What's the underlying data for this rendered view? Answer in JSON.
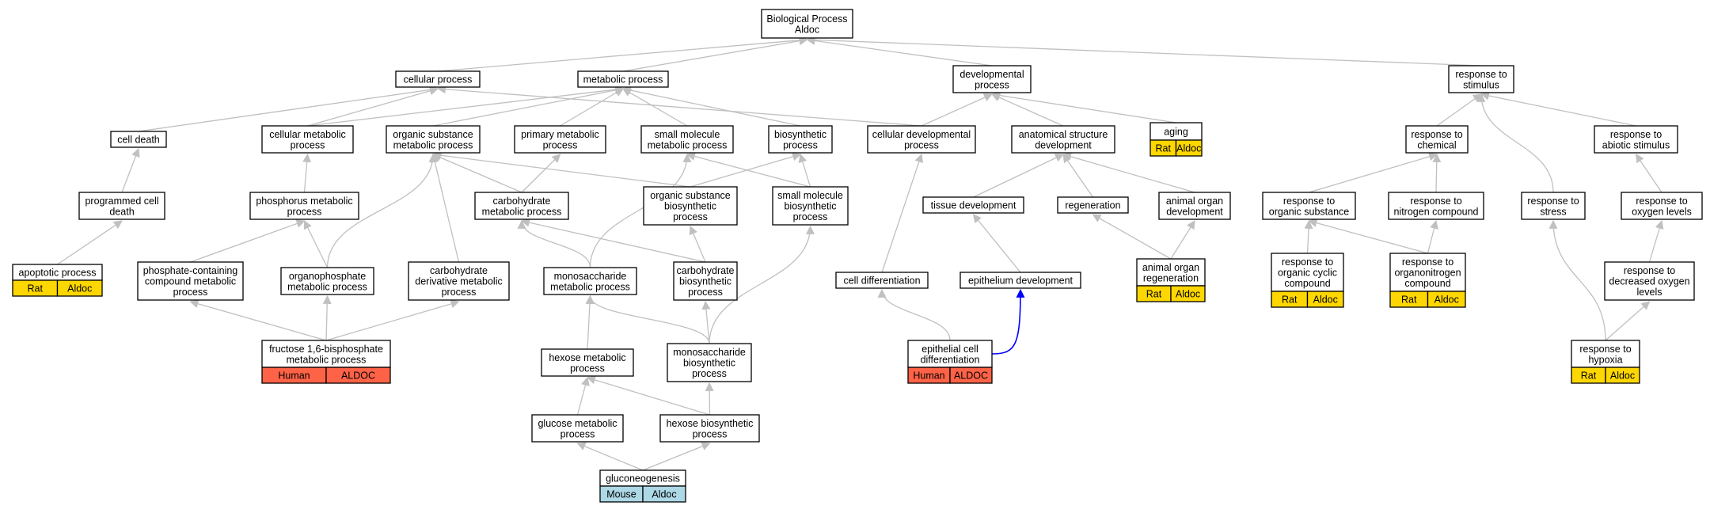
{
  "colors": {
    "edge": "#c0c0c0",
    "highlight_edge": "#0000ff",
    "node_border": "#000000",
    "node_fill": "#ffffff",
    "rat": "#ffd700",
    "human": "#ff6347",
    "mouse": "#add8e6"
  },
  "nodes": [
    {
      "id": "bp",
      "lines": [
        "Biological Process",
        "Aldoc"
      ]
    },
    {
      "id": "cellular_process",
      "lines": [
        "cellular process"
      ]
    },
    {
      "id": "metabolic_process",
      "lines": [
        "metabolic process"
      ]
    },
    {
      "id": "developmental_process",
      "lines": [
        "developmental",
        "process"
      ]
    },
    {
      "id": "response_to_stimulus",
      "lines": [
        "response to",
        "stimulus"
      ]
    },
    {
      "id": "cell_death",
      "lines": [
        "cell death"
      ]
    },
    {
      "id": "cellular_metabolic_process",
      "lines": [
        "cellular metabolic",
        "process"
      ]
    },
    {
      "id": "organic_substance_metabolic_process",
      "lines": [
        "organic substance",
        "metabolic process"
      ]
    },
    {
      "id": "primary_metabolic_process",
      "lines": [
        "primary metabolic",
        "process"
      ]
    },
    {
      "id": "small_molecule_metabolic_process",
      "lines": [
        "small molecule",
        "metabolic process"
      ]
    },
    {
      "id": "biosynthetic_process",
      "lines": [
        "biosynthetic",
        "process"
      ]
    },
    {
      "id": "cellular_developmental_process",
      "lines": [
        "cellular developmental",
        "process"
      ]
    },
    {
      "id": "anatomical_structure_development",
      "lines": [
        "anatomical structure",
        "development"
      ]
    },
    {
      "id": "aging",
      "lines": [
        "aging"
      ],
      "tags": [
        {
          "species": "Rat",
          "gene": "Aldoc",
          "color": "rat"
        }
      ]
    },
    {
      "id": "response_to_chemical",
      "lines": [
        "response to",
        "chemical"
      ]
    },
    {
      "id": "response_to_abiotic_stimulus",
      "lines": [
        "response to",
        "abiotic stimulus"
      ]
    },
    {
      "id": "programmed_cell_death",
      "lines": [
        "programmed cell",
        "death"
      ]
    },
    {
      "id": "phosphorus_metabolic_process",
      "lines": [
        "phosphorus metabolic",
        "process"
      ]
    },
    {
      "id": "carbohydrate_metabolic_process",
      "lines": [
        "carbohydrate",
        "metabolic process"
      ]
    },
    {
      "id": "organic_substance_biosynthetic_process",
      "lines": [
        "organic substance",
        "biosynthetic",
        "process"
      ]
    },
    {
      "id": "small_molecule_biosynthetic_process",
      "lines": [
        "small molecule",
        "biosynthetic",
        "process"
      ]
    },
    {
      "id": "tissue_development",
      "lines": [
        "tissue development"
      ]
    },
    {
      "id": "regeneration",
      "lines": [
        "regeneration"
      ]
    },
    {
      "id": "animal_organ_development",
      "lines": [
        "animal organ",
        "development"
      ]
    },
    {
      "id": "response_to_organic_substance",
      "lines": [
        "response to",
        "organic substance"
      ]
    },
    {
      "id": "response_to_nitrogen_compound",
      "lines": [
        "response to",
        "nitrogen compound"
      ]
    },
    {
      "id": "response_to_stress",
      "lines": [
        "response to",
        "stress"
      ]
    },
    {
      "id": "response_to_oxygen_levels",
      "lines": [
        "response to",
        "oxygen levels"
      ]
    },
    {
      "id": "apoptotic_process",
      "lines": [
        "apoptotic process"
      ],
      "tags": [
        {
          "species": "Rat",
          "gene": "Aldoc",
          "color": "rat"
        }
      ]
    },
    {
      "id": "phosphate_containing",
      "lines": [
        "phosphate-containing",
        "compound metabolic",
        "process"
      ]
    },
    {
      "id": "organophosphate_metabolic_process",
      "lines": [
        "organophosphate",
        "metabolic process"
      ]
    },
    {
      "id": "carbohydrate_derivative",
      "lines": [
        "carbohydrate",
        "derivative metabolic",
        "process"
      ]
    },
    {
      "id": "monosaccharide_metabolic_process",
      "lines": [
        "monosaccharide",
        "metabolic process"
      ]
    },
    {
      "id": "carbohydrate_biosynthetic_process",
      "lines": [
        "carbohydrate",
        "biosynthetic",
        "process"
      ]
    },
    {
      "id": "cell_differentiation",
      "lines": [
        "cell differentiation"
      ]
    },
    {
      "id": "epithelium_development",
      "lines": [
        "epithelium development"
      ]
    },
    {
      "id": "animal_organ_regeneration",
      "lines": [
        "animal organ",
        "regeneration"
      ],
      "tags": [
        {
          "species": "Rat",
          "gene": "Aldoc",
          "color": "rat"
        }
      ]
    },
    {
      "id": "response_to_organic_cyclic",
      "lines": [
        "response to",
        "organic cyclic",
        "compound"
      ],
      "tags": [
        {
          "species": "Rat",
          "gene": "Aldoc",
          "color": "rat"
        }
      ]
    },
    {
      "id": "response_to_organonitrogen",
      "lines": [
        "response to",
        "organonitrogen",
        "compound"
      ],
      "tags": [
        {
          "species": "Rat",
          "gene": "Aldoc",
          "color": "rat"
        }
      ]
    },
    {
      "id": "response_to_decreased_oxygen",
      "lines": [
        "response to",
        "decreased oxygen",
        "levels"
      ]
    },
    {
      "id": "fructose_bisphosphate",
      "lines": [
        "fructose 1,6-bisphosphate",
        "metabolic process"
      ],
      "tags": [
        {
          "species": "Human",
          "gene": "ALDOC",
          "color": "human"
        }
      ]
    },
    {
      "id": "hexose_metabolic_process",
      "lines": [
        "hexose metabolic",
        "process"
      ]
    },
    {
      "id": "monosaccharide_biosynthetic_process",
      "lines": [
        "monosaccharide",
        "biosynthetic",
        "process"
      ]
    },
    {
      "id": "epithelial_cell_differentiation",
      "lines": [
        "epithelial cell",
        "differentiation"
      ],
      "tags": [
        {
          "species": "Human",
          "gene": "ALDOC",
          "color": "human"
        }
      ]
    },
    {
      "id": "response_to_hypoxia",
      "lines": [
        "response to",
        "hypoxia"
      ],
      "tags": [
        {
          "species": "Rat",
          "gene": "Aldoc",
          "color": "rat"
        }
      ]
    },
    {
      "id": "glucose_metabolic_process",
      "lines": [
        "glucose metabolic",
        "process"
      ]
    },
    {
      "id": "hexose_biosynthetic_process",
      "lines": [
        "hexose biosynthetic",
        "process"
      ]
    },
    {
      "id": "gluconeogenesis",
      "lines": [
        "gluconeogenesis"
      ],
      "tags": [
        {
          "species": "Mouse",
          "gene": "Aldoc",
          "color": "mouse"
        }
      ]
    }
  ],
  "edges": [
    {
      "from": "cellular_process",
      "to": "bp"
    },
    {
      "from": "metabolic_process",
      "to": "bp"
    },
    {
      "from": "developmental_process",
      "to": "bp"
    },
    {
      "from": "response_to_stimulus",
      "to": "bp"
    },
    {
      "from": "cell_death",
      "to": "cellular_process"
    },
    {
      "from": "cellular_metabolic_process",
      "to": "cellular_process"
    },
    {
      "from": "cellular_developmental_process",
      "to": "cellular_process"
    },
    {
      "from": "cellular_metabolic_process",
      "to": "metabolic_process"
    },
    {
      "from": "organic_substance_metabolic_process",
      "to": "metabolic_process"
    },
    {
      "from": "primary_metabolic_process",
      "to": "metabolic_process"
    },
    {
      "from": "small_molecule_metabolic_process",
      "to": "metabolic_process"
    },
    {
      "from": "biosynthetic_process",
      "to": "metabolic_process"
    },
    {
      "from": "cellular_developmental_process",
      "to": "developmental_process"
    },
    {
      "from": "anatomical_structure_development",
      "to": "developmental_process"
    },
    {
      "from": "aging",
      "to": "developmental_process"
    },
    {
      "from": "response_to_chemical",
      "to": "response_to_stimulus"
    },
    {
      "from": "response_to_abiotic_stimulus",
      "to": "response_to_stimulus"
    },
    {
      "from": "response_to_stress",
      "to": "response_to_stimulus"
    },
    {
      "from": "programmed_cell_death",
      "to": "cell_death"
    },
    {
      "from": "phosphorus_metabolic_process",
      "to": "cellular_metabolic_process"
    },
    {
      "from": "carbohydrate_metabolic_process",
      "to": "organic_substance_metabolic_process"
    },
    {
      "from": "organic_substance_biosynthetic_process",
      "to": "organic_substance_metabolic_process"
    },
    {
      "from": "organophosphate_metabolic_process",
      "to": "organic_substance_metabolic_process"
    },
    {
      "from": "carbohydrate_derivative",
      "to": "organic_substance_metabolic_process"
    },
    {
      "from": "carbohydrate_metabolic_process",
      "to": "primary_metabolic_process"
    },
    {
      "from": "small_molecule_biosynthetic_process",
      "to": "small_molecule_metabolic_process"
    },
    {
      "from": "monosaccharide_metabolic_process",
      "to": "small_molecule_metabolic_process"
    },
    {
      "from": "organic_substance_biosynthetic_process",
      "to": "biosynthetic_process"
    },
    {
      "from": "small_molecule_biosynthetic_process",
      "to": "biosynthetic_process"
    },
    {
      "from": "cell_differentiation",
      "to": "cellular_developmental_process"
    },
    {
      "from": "tissue_development",
      "to": "anatomical_structure_development"
    },
    {
      "from": "regeneration",
      "to": "anatomical_structure_development"
    },
    {
      "from": "animal_organ_development",
      "to": "anatomical_structure_development"
    },
    {
      "from": "response_to_organic_substance",
      "to": "response_to_chemical"
    },
    {
      "from": "response_to_nitrogen_compound",
      "to": "response_to_chemical"
    },
    {
      "from": "response_to_oxygen_levels",
      "to": "response_to_abiotic_stimulus"
    },
    {
      "from": "apoptotic_process",
      "to": "programmed_cell_death"
    },
    {
      "from": "phosphate_containing",
      "to": "phosphorus_metabolic_process"
    },
    {
      "from": "organophosphate_metabolic_process",
      "to": "phosphorus_metabolic_process"
    },
    {
      "from": "monosaccharide_metabolic_process",
      "to": "carbohydrate_metabolic_process"
    },
    {
      "from": "carbohydrate_biosynthetic_process",
      "to": "carbohydrate_metabolic_process"
    },
    {
      "from": "carbohydrate_biosynthetic_process",
      "to": "organic_substance_biosynthetic_process"
    },
    {
      "from": "monosaccharide_biosynthetic_process",
      "to": "small_molecule_biosynthetic_process"
    },
    {
      "from": "epithelium_development",
      "to": "tissue_development"
    },
    {
      "from": "animal_organ_regeneration",
      "to": "regeneration"
    },
    {
      "from": "animal_organ_regeneration",
      "to": "animal_organ_development"
    },
    {
      "from": "response_to_organic_cyclic",
      "to": "response_to_organic_substance"
    },
    {
      "from": "response_to_organonitrogen",
      "to": "response_to_organic_substance"
    },
    {
      "from": "response_to_organonitrogen",
      "to": "response_to_nitrogen_compound"
    },
    {
      "from": "response_to_decreased_oxygen",
      "to": "response_to_oxygen_levels"
    },
    {
      "from": "fructose_bisphosphate",
      "to": "phosphate_containing"
    },
    {
      "from": "fructose_bisphosphate",
      "to": "organophosphate_metabolic_process"
    },
    {
      "from": "fructose_bisphosphate",
      "to": "carbohydrate_derivative"
    },
    {
      "from": "hexose_metabolic_process",
      "to": "monosaccharide_metabolic_process"
    },
    {
      "from": "monosaccharide_biosynthetic_process",
      "to": "monosaccharide_metabolic_process"
    },
    {
      "from": "monosaccharide_biosynthetic_process",
      "to": "carbohydrate_biosynthetic_process"
    },
    {
      "from": "epithelial_cell_differentiation",
      "to": "cell_differentiation"
    },
    {
      "from": "epithelial_cell_differentiation",
      "to": "epithelium_development",
      "highlight": true
    },
    {
      "from": "response_to_hypoxia",
      "to": "response_to_stress"
    },
    {
      "from": "response_to_hypoxia",
      "to": "response_to_decreased_oxygen"
    },
    {
      "from": "glucose_metabolic_process",
      "to": "hexose_metabolic_process"
    },
    {
      "from": "hexose_biosynthetic_process",
      "to": "hexose_metabolic_process"
    },
    {
      "from": "hexose_biosynthetic_process",
      "to": "monosaccharide_biosynthetic_process"
    },
    {
      "from": "gluconeogenesis",
      "to": "glucose_metabolic_process"
    },
    {
      "from": "gluconeogenesis",
      "to": "hexose_biosynthetic_process"
    }
  ]
}
